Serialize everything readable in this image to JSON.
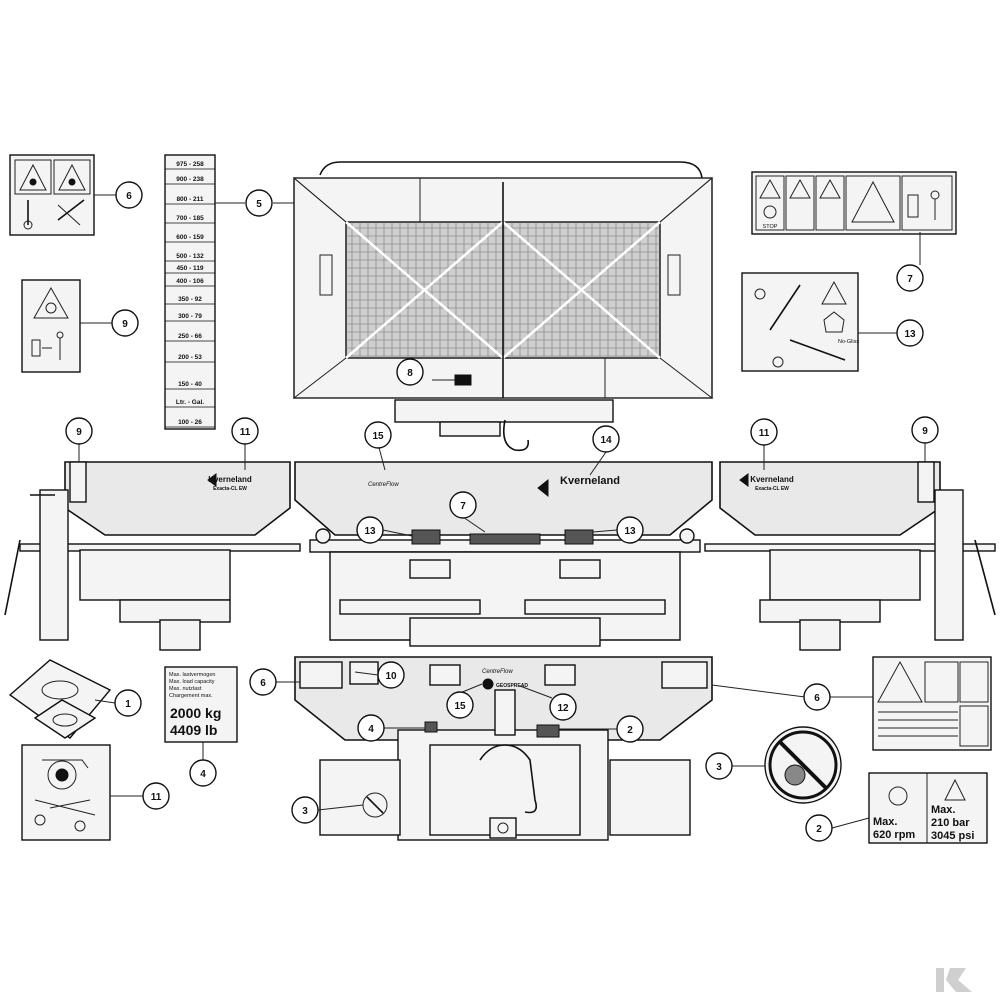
{
  "scale_labels": [
    "975 - 258",
    "900 - 238",
    "800 - 211",
    "700 - 185",
    "600 - 159",
    "500 - 132",
    "450 - 119",
    "400 - 106",
    "350 - 92",
    "300 - 79",
    "250 - 66",
    "200 - 53",
    "150 - 40",
    "Ltr. - Gal.",
    "100 - 26"
  ],
  "brand_name": "Kverneland",
  "brand_sub": "Exacta-CL EW",
  "centreflow_label": "CentreFlow",
  "geospread_label": "GEOSPREAD",
  "load_decal": {
    "lines": [
      "Max. lastvermogen",
      "Max. load capacity",
      "Max. nutzlast",
      "Chargement max."
    ],
    "line1": "2000  kg",
    "line2": "4409    lb"
  },
  "max_decal": {
    "rpm_max": "Max.",
    "rpm_value": "620 rpm",
    "bar_max": "Max.",
    "bar_value": "210  bar",
    "psi_value": "3045 psi"
  },
  "small_text": {
    "stop": "STOP",
    "nut_label": "No-Gliss"
  },
  "callouts": {
    "c1": "1",
    "c2a": "2",
    "c2b": "2",
    "c3a": "3",
    "c3b": "3",
    "c4a": "4",
    "c4b": "4",
    "c5": "5",
    "c6a": "6",
    "c6b": "6",
    "c6c": "6",
    "c7a": "7",
    "c7b": "7",
    "c8": "8",
    "c9a": "9",
    "c9b": "9",
    "c9c": "9",
    "c10": "10",
    "c11a": "11",
    "c11b": "11",
    "c11c": "11",
    "c12": "12",
    "c13a": "13",
    "c13b": "13",
    "c13c": "13",
    "c14": "14",
    "c15a": "15",
    "c15b": "15"
  },
  "colors": {
    "line": "#111111",
    "hopper_fill": "#e9e9e9",
    "background": "#ffffff",
    "watermark": "#cfcfcf"
  }
}
